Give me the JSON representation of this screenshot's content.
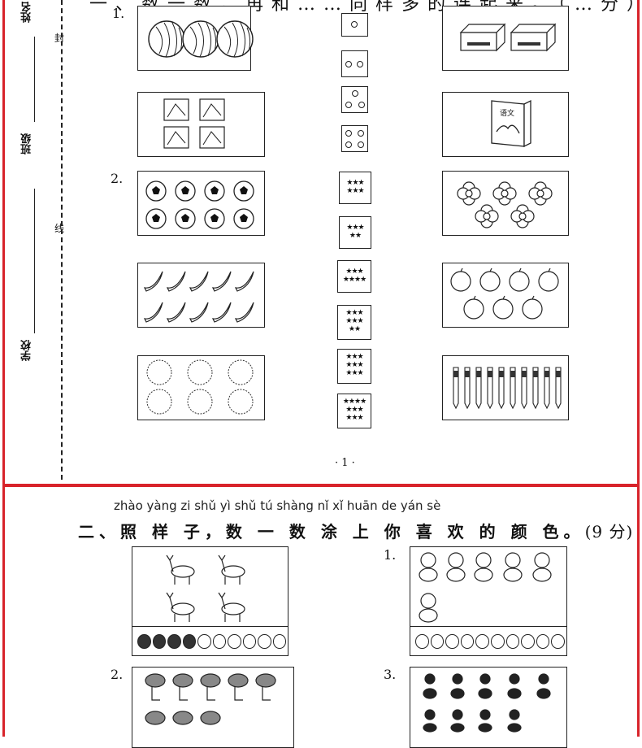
{
  "margin": {
    "name_label": "姓名",
    "class_label": "班级",
    "school_label": "学校",
    "seal_char_1": "封",
    "seal_char_2": "线"
  },
  "section1": {
    "title_visible": "一、数一数，再和……同样多的连起来。（…分）",
    "item1_number": "1.",
    "item2_number": "2.",
    "book_label": "语文"
  },
  "page_number": "· 1 ·",
  "section2": {
    "pinyin": "zhào yàng zi   shǔ yì shǔ tú shàng nǐ xǐ huān de yán sè",
    "heading": "二、照 样 子，数 一 数 涂 上 你 喜 欢 的 颜 色。",
    "score": "(9 分)",
    "example_filled_count": 4,
    "example_total_circles": 10,
    "item1_number": "1.",
    "item2_number": "2.",
    "item3_number": "3."
  }
}
